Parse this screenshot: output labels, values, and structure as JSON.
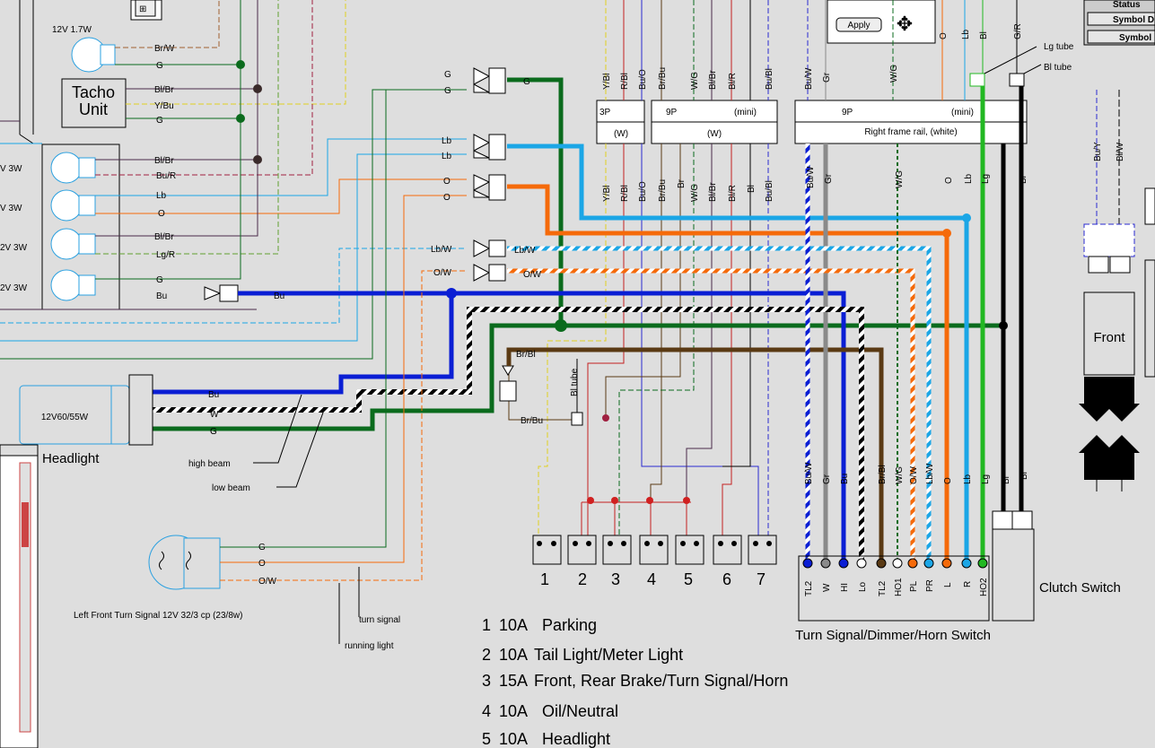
{
  "panel": {
    "apply_label": "Apply",
    "symbol_items": [
      "Status",
      "Symbol D",
      "Symbol"
    ]
  },
  "components": {
    "tacho_unit": "Tacho Unit",
    "tacho_bulb": "12V 1.7W",
    "meter_bulbs": [
      "V 3W",
      "V 3W",
      "2V 3W",
      "2V 3W"
    ],
    "headlight_label": "Headlight",
    "headlight_rating": "12V60/55W",
    "turn_signal_label": "Left Front Turn Signal 12V 32/3 cp (23/8w)",
    "front_label": "Front",
    "clutch_switch_label": "Clutch Switch",
    "switch_label": "Turn Signal/Dimmer/Horn Switch",
    "lg_tube": "Lg tube",
    "bl_tube_top": "Bl tube",
    "bl_tube_mid": "Bl tube"
  },
  "connectors": {
    "c3p": {
      "top": "3P",
      "bottom": "(W)"
    },
    "c9p_mini": {
      "left": "9P",
      "right": "(mini)",
      "bottom": "(W)"
    },
    "c9p_rail": {
      "left": "9P",
      "right": "(mini)",
      "bottom": "Right frame rail, (white)"
    }
  },
  "annotations": {
    "high_beam": "high beam",
    "low_beam": "low beam",
    "turn_signal": "turn signal",
    "running_light": "running light"
  },
  "wire_labels": {
    "left": [
      "Br/W",
      "G",
      "Bl/Br",
      "Y/Bu",
      "G",
      "Bl/Br",
      "Bu/R",
      "Lb",
      "O",
      "Bl/Br",
      "Lg/R",
      "G",
      "Bu"
    ],
    "middle": [
      "G",
      "G",
      "G",
      "Lb",
      "Lb",
      "O",
      "O",
      "Lb/W",
      "Lb/W",
      "O/W",
      "O/W",
      "Bu"
    ],
    "headlight": [
      "Bu",
      "W",
      "G"
    ],
    "turn_signal": [
      "G",
      "O",
      "O/W"
    ],
    "connector_top": [
      "Y/Bl",
      "R/Bl",
      "Bu/O",
      "Br/Bu",
      "W/G",
      "Bl/Br",
      "Bl/R",
      "Bu/Bl",
      "Bu/W",
      "Gr",
      "W/G",
      "O",
      "Lb",
      "Bl",
      "G/R"
    ],
    "connector_bottom": [
      "Y/Bl",
      "R/Bl",
      "Bu/O",
      "Br/Bu",
      "Br",
      "W/G",
      "Bl/Br",
      "Bl/R",
      "Bl",
      "Bu/Bl"
    ],
    "rail": [
      "Bu/W",
      "Gr",
      "W/G",
      "O",
      "Lb",
      "Lg",
      "Bl"
    ],
    "switch_wires": [
      "Bu/W",
      "Gr",
      "Bu",
      "W/G",
      "Br/Bl",
      "O/W",
      "Lb/W",
      "O",
      "Lb",
      "Lg",
      "Bl",
      "Bl"
    ],
    "misc": [
      "Br/Bl",
      "Br/Bu",
      "Bu/Y",
      "Bl/W"
    ]
  },
  "fuse_box": {
    "numbers": [
      "1",
      "2",
      "3",
      "4",
      "5",
      "6",
      "7"
    ]
  },
  "switch_terminals": [
    "TL2",
    "W",
    "HI",
    "Lo",
    "TL2",
    "HO1",
    "PL",
    "PR",
    "L",
    "R",
    "HO2"
  ],
  "fuse_legend": [
    {
      "num": "1",
      "amp": "10A",
      "desc": "Parking"
    },
    {
      "num": "2",
      "amp": "10A",
      "desc": "Tail Light/Meter Light"
    },
    {
      "num": "3",
      "amp": "15A",
      "desc": "Front, Rear Brake/Turn Signal/Horn"
    },
    {
      "num": "4",
      "amp": "10A",
      "desc": "Oil/Neutral"
    },
    {
      "num": "5",
      "amp": "10A",
      "desc": "Headlight"
    }
  ],
  "colors": {
    "green": "#0b6b1d",
    "light_blue": "#1ba6e6",
    "orange": "#f56a0a",
    "blue": "#0a1ed4",
    "brown": "#5a3a14",
    "gray": "#8a8a8a",
    "lime": "#22b822",
    "thin_red": "#c42020",
    "thin_blue": "#2a2ad0",
    "yellow": "#e0d020",
    "background": "#dedede"
  }
}
